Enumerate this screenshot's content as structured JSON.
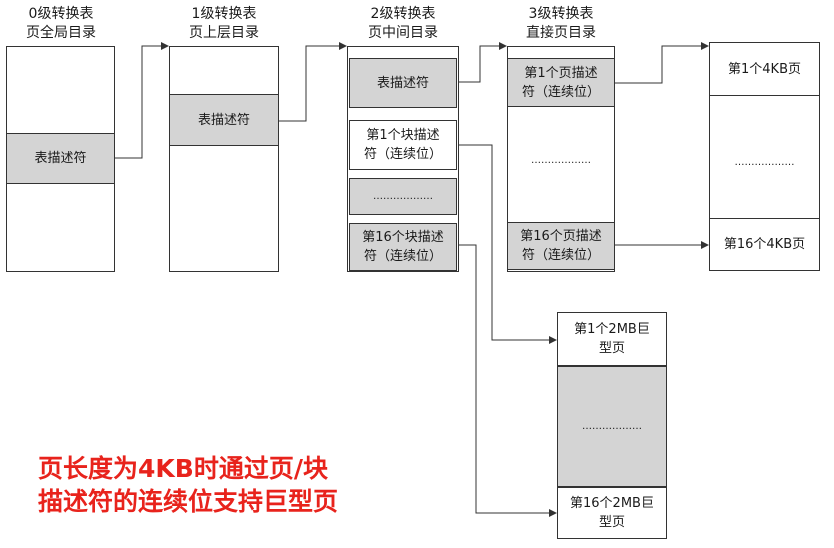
{
  "levels": {
    "l0": {
      "title_line1": "0级转换表",
      "title_line2": "页全局目录",
      "entry": "表描述符"
    },
    "l1": {
      "title_line1": "1级转换表",
      "title_line2": "页上层目录",
      "entry": "表描述符"
    },
    "l2": {
      "title_line1": "2级转换表",
      "title_line2": "页中间目录",
      "entry_table": "表描述符",
      "block1_line1": "第1个块描述",
      "block1_line2": "符（连续位）",
      "ellipsis": "………………",
      "block16_line1": "第16个块描述",
      "block16_line2": "符（连续位）"
    },
    "l3": {
      "title_line1": "3级转换表",
      "title_line2": "直接页目录",
      "page1_line1": "第1个页描述",
      "page1_line2": "符（连续位）",
      "ellipsis": "………………",
      "page16_line1": "第16个页描述",
      "page16_line2": "符（连续位）"
    }
  },
  "pages_4kb": {
    "first": "第1个4KB页",
    "ellipsis": "………………",
    "last": "第16个4KB页"
  },
  "pages_2mb": {
    "first_line1": "第1个2MB巨",
    "first_line2": "型页",
    "ellipsis": "………………",
    "last_line1": "第16个2MB巨",
    "last_line2": "型页"
  },
  "caption": {
    "line1": "页长度为4KB时通过页/块",
    "line2": "描述符的连续位支持巨型页"
  },
  "colors": {
    "highlight": "#d4d4d4",
    "caption": "#e8231c",
    "line": "#333333"
  }
}
